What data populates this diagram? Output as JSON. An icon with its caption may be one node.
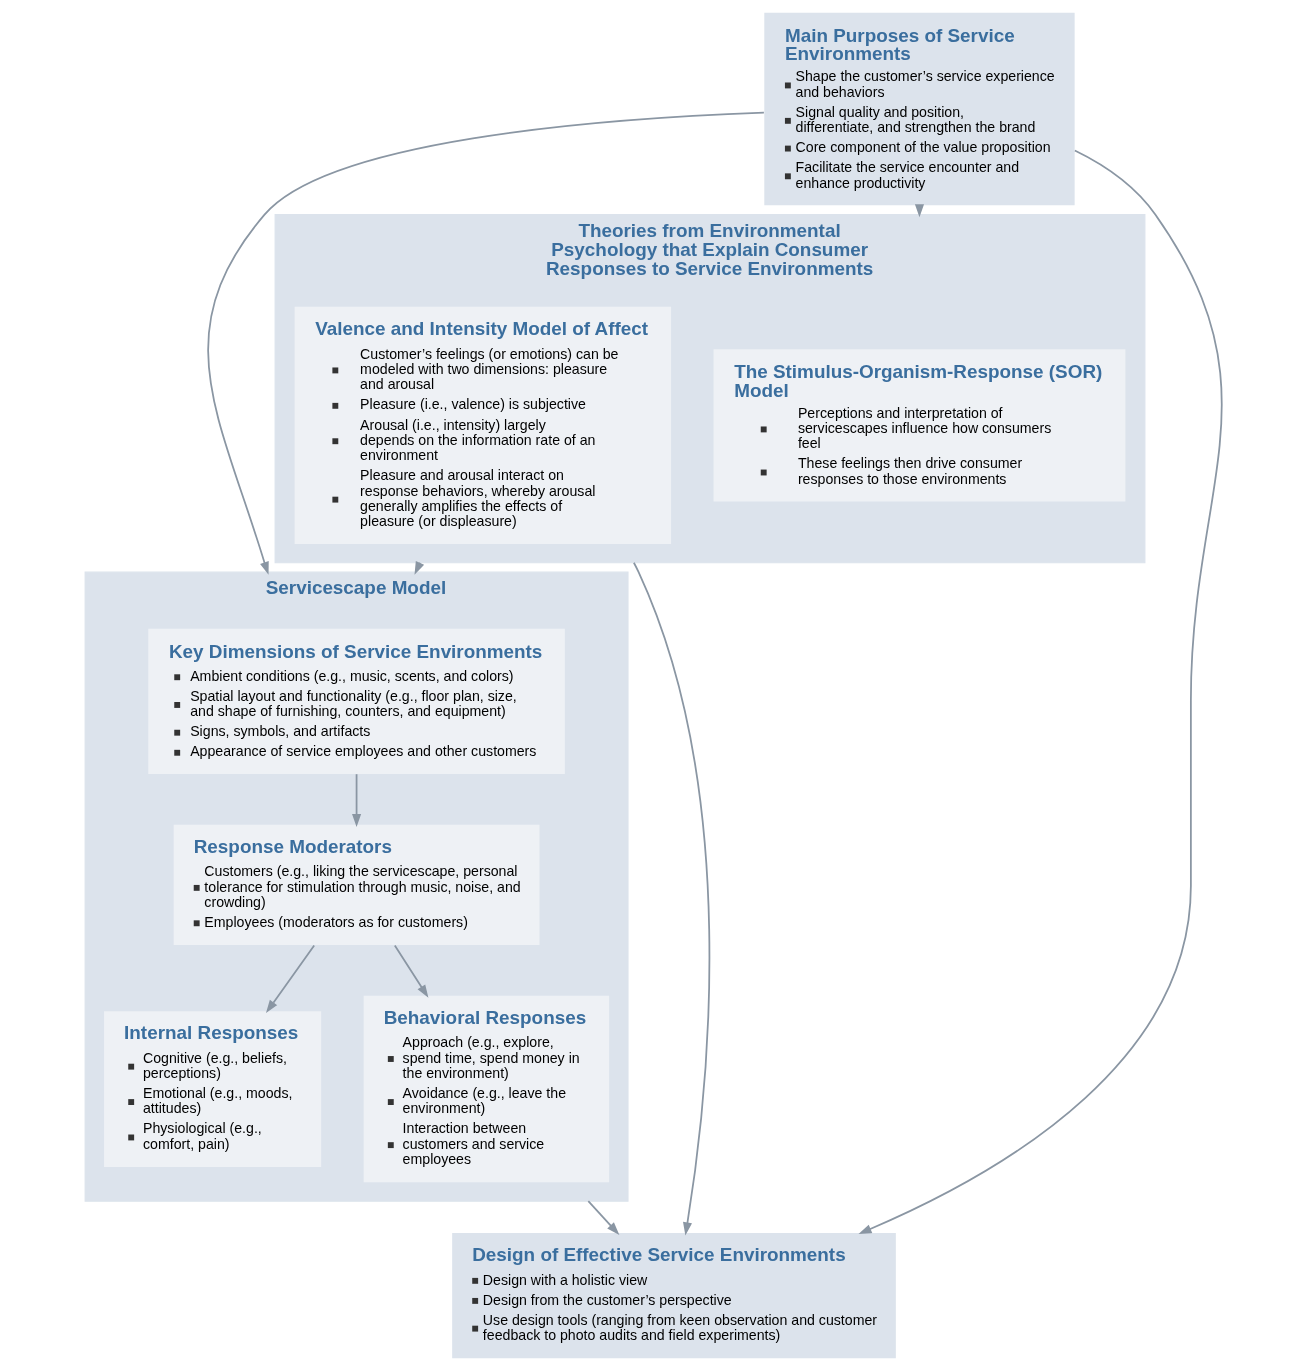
{
  "diagram": {
    "nodes": [
      {
        "text": [
          "Main Purposes of Service Environments",
          "Shape the customer’s service experience and behaviors",
          "Signal quality and position, differentiate, and strengthen the brand",
          "Core component of the value proposition",
          "Facilitate the service encounter and enhance productivity"
        ]
      },
      {
        "text": [
          "Theories from Environmental Psychology that Explain Consumer Responses to Service Environments"
        ]
      },
      {
        "text": [
          "The Stimulus-Organism-Response (SOR) Model",
          "Perceptions and interpretation of servicescapes influence how consumers feel",
          "These feelings then drive consumer responses to those environments"
        ],
        "in": 1
      },
      {
        "text": [
          "Valence and Intensity Model of Affect",
          "Customer’s feelings (or emotions) can be modeled with two dimensions: pleasure and arousal",
          "Pleasure (i.e., valence) is subjective",
          "Arousal (i.e., intensity) largely depends on the information rate of an environment",
          "Pleasure and arousal interact on response behaviors, whereby arousal generally amplifies the effects of pleasure (or displeasure)"
        ],
        "in": 1
      },
      {
        "text": [
          "Servicescape Model"
        ]
      },
      {
        "text": [
          "Key Dimensions of Service Environments",
          "Ambient conditions (e.g., music, scents, and colors)",
          "Spatial layout and functionality (e.g., floor plan, size, and shape of furnishing, counters, and equipment)",
          "Signs, symbols, and artifacts",
          "Appearance of service employees and other customers"
        ],
        "in": 4
      },
      {
        "text": [
          "Response Moderators",
          "Customers (e.g., liking the servicescape, personal tolerance for stimulation through music, noise, and crowding)",
          "Employees (moderators as for customers)"
        ],
        "in": 4
      },
      {
        "text": [
          "Internal Responses",
          "Cognitive (e.g., beliefs, perceptions)",
          "Emotional (e.g., moods, attitudes)",
          "Physiological (e.g., comfort, pain)"
        ],
        "in": 4
      },
      {
        "text": [
          "Behavioral Responses",
          "Approach (e.g., explore, spend time, spend money in the environment)",
          "Avoidance (e.g., leave the environment)",
          "Interaction between customers and service employees"
        ],
        "in": 4
      },
      {
        "text": [
          "Design of Effective Service Environments",
          "Design with a holistic view",
          "Design from the customer’s perspective",
          "Use design tools (ranging from keen observation and customer feedback to photo audits and field experiments)"
        ]
      }
    ],
    "edges": [
      {
        "from": 0,
        "to": 1,
        "arrow": "to"
      },
      {
        "from": 0,
        "to": 4,
        "arrow": "to"
      },
      {
        "from": 0,
        "to": 9,
        "arrow": "to"
      },
      {
        "from": 1,
        "to": 4,
        "arrow": "to"
      },
      {
        "from": 1,
        "to": 9,
        "arrow": "to"
      },
      {
        "from": 5,
        "to": 6,
        "arrow": "to"
      },
      {
        "from": 6,
        "to": 7,
        "arrow": "to"
      },
      {
        "from": 6,
        "to": 8,
        "arrow": "to"
      },
      {
        "from": 4,
        "to": 9,
        "arrow": "to"
      }
    ]
  }
}
